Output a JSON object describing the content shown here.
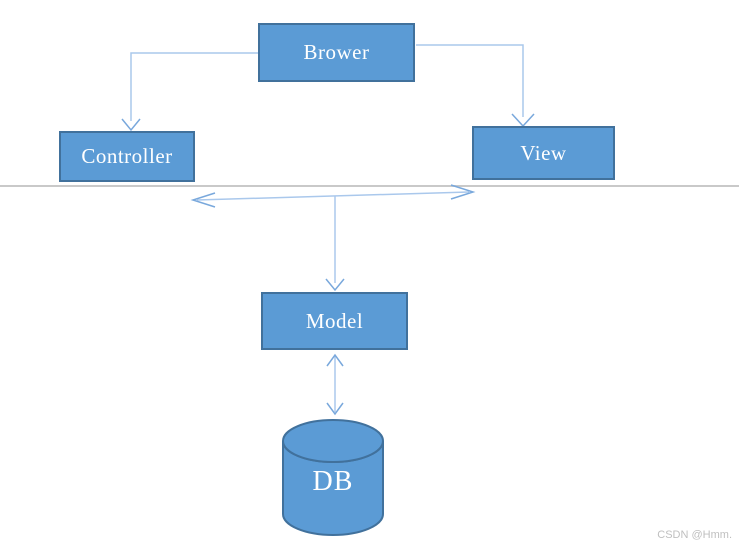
{
  "diagram": {
    "type": "architecture-flow-diagram",
    "nodes": {
      "browser": {
        "label": "Brower",
        "shape": "rectangle"
      },
      "controller": {
        "label": "Controller",
        "shape": "rectangle"
      },
      "view": {
        "label": "View",
        "shape": "rectangle"
      },
      "model": {
        "label": "Model",
        "shape": "rectangle"
      },
      "db": {
        "label": "DB",
        "shape": "cylinder"
      }
    },
    "edges": [
      {
        "from": "browser",
        "to": "controller",
        "style": "elbow",
        "arrow": "single"
      },
      {
        "from": "browser",
        "to": "view",
        "style": "elbow",
        "arrow": "single"
      },
      {
        "from": "controller",
        "to": "view",
        "style": "straight",
        "arrow": "double"
      },
      {
        "from": "controller-view-link",
        "to": "model",
        "style": "straight",
        "arrow": "single"
      },
      {
        "from": "model",
        "to": "db",
        "style": "straight",
        "arrow": "double"
      }
    ],
    "colors": {
      "node_fill": "#5b9bd5",
      "node_border": "#41719c",
      "connector_line": "#aac8ec",
      "arrowhead": "#79a8dc",
      "divider_line": "#c9c9c9",
      "label_text": "#ffffff",
      "watermark_text": "#bfbfbf"
    },
    "watermark": "CSDN @Hmm."
  }
}
